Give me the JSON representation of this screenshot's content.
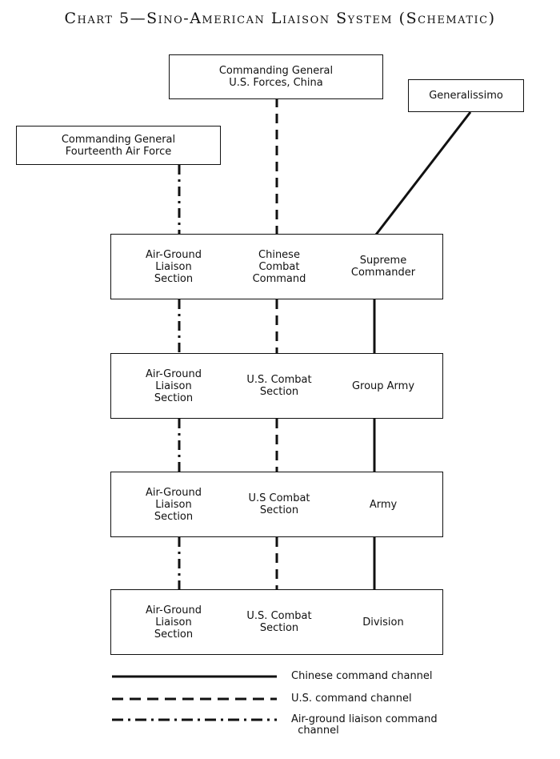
{
  "title": "Chart 5—Sino-American Liaison System (Schematic)",
  "top_boxes": {
    "cg_china": "Commanding General\nU.S. Forces, China",
    "generalissimo": "Generalissimo",
    "cg_fourteenth": "Commanding General\nFourteenth Air Force"
  },
  "levels": [
    {
      "air_ground": "Air-Ground\nLiaison\nSection",
      "us": "Chinese\nCombat\nCommand",
      "chinese": "Supreme\nCommander"
    },
    {
      "air_ground": "Air-Ground\nLiaison\nSection",
      "us": "U.S. Combat\nSection",
      "chinese": "Group Army"
    },
    {
      "air_ground": "Air-Ground\nLiaison\nSection",
      "us": "U.S Combat\nSection",
      "chinese": "Army"
    },
    {
      "air_ground": "Air-Ground\nLiaison\nSection",
      "us": "U.S. Combat\nSection",
      "chinese": "Division"
    }
  ],
  "legend": {
    "chinese": "Chinese command channel",
    "us": "U.S. command channel",
    "air_ground": "Air-ground liaison command\n  channel"
  },
  "line_styles": {
    "chinese": "solid",
    "us": "dashed",
    "air_ground": "dash-dot"
  }
}
